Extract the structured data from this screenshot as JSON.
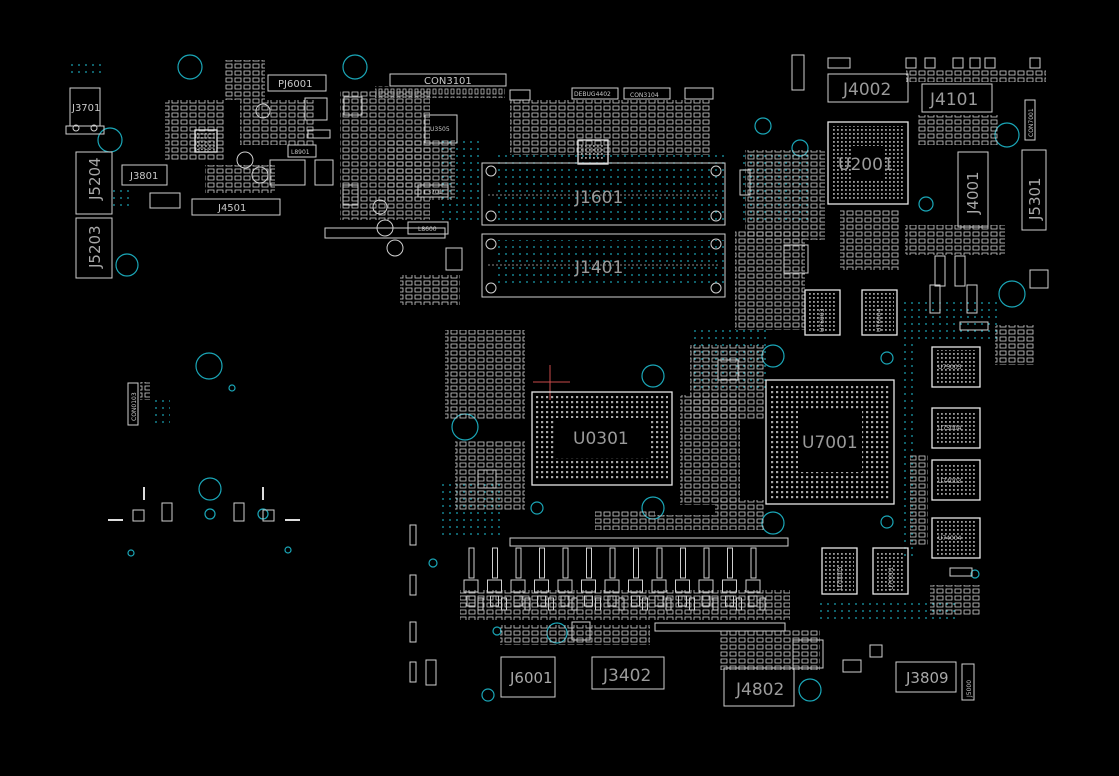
{
  "board": {
    "background": "#000000",
    "outline_color": "#cfcfcf",
    "hole_color": "#1aa6b7",
    "label_color": "#bdbdbd"
  },
  "labels": {
    "u0301": "U0301",
    "u7001": "U7001",
    "u2001": "U2001",
    "j1601": "J1601",
    "j1401": "J1401",
    "j4002": "J4002",
    "j4101": "J4101",
    "j4001": "J4001",
    "j5301": "J5301",
    "j5204": "J5204",
    "j5203": "J5203",
    "j3701": "J3701",
    "j3801": "J3801",
    "j4501": "J4501",
    "pj6001": "PJ6001",
    "con3101": "CON3101",
    "con3104": "CON3104",
    "debug4402": "DEBUG4402",
    "u3505": "U3505",
    "l8901": "L8901",
    "l8600": "L8600",
    "l3701": "L3701",
    "u75003": "U75003",
    "u75004": "U75004",
    "u74003": "U74003",
    "u74004": "U74004",
    "u76003": "U76003",
    "u76004": "U76004",
    "u70003": "U70003",
    "u70001": "U70001",
    "j6001": "J6001",
    "j3402": "J3402",
    "j4802": "J4802",
    "j3809": "J3809",
    "con0103": "CON0103",
    "j5000": "J5000",
    "con7001": "CON7001"
  }
}
